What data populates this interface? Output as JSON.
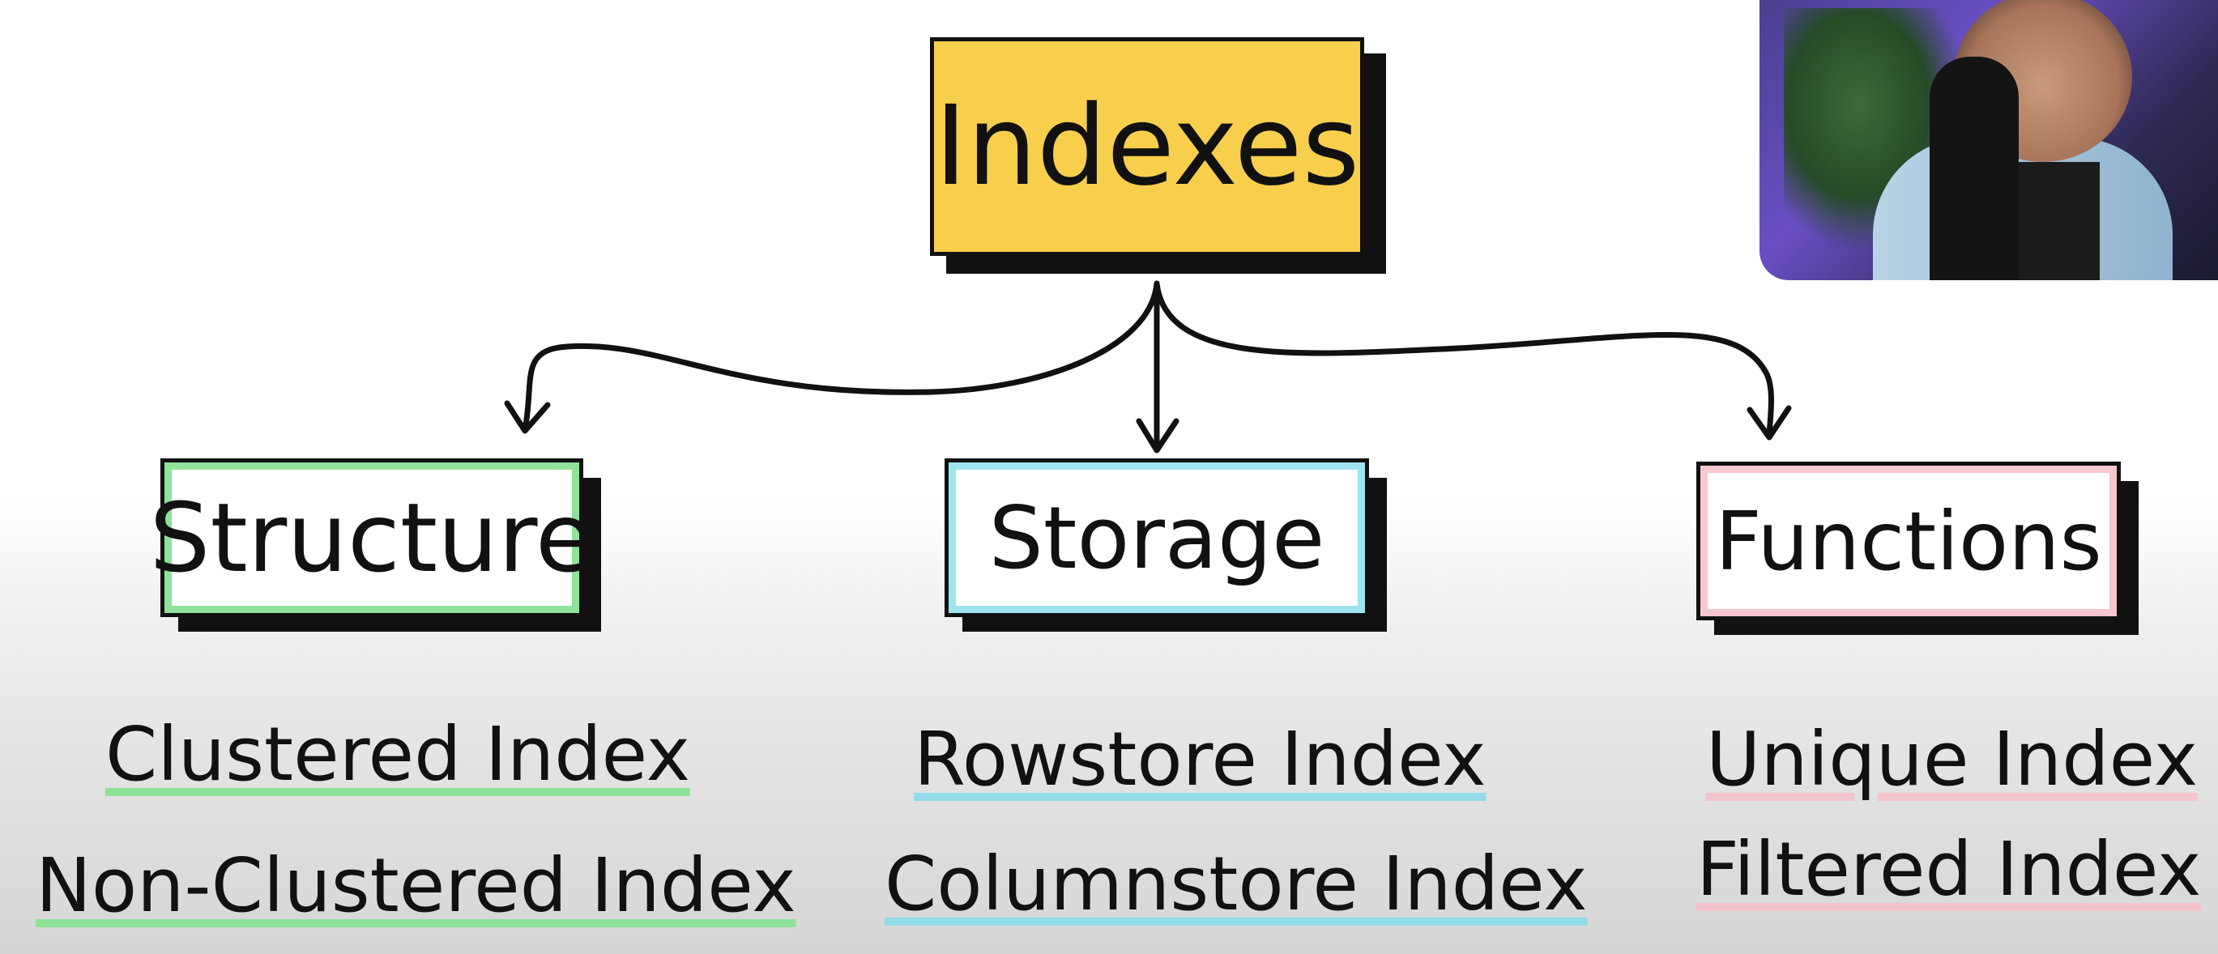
{
  "diagram": {
    "root": {
      "label": "Indexes",
      "color": "#f7cf4d"
    },
    "categories": [
      {
        "label": "Structure",
        "accent": "#8fe29a",
        "items": [
          "Clustered Index",
          "Non-Clustered Index"
        ]
      },
      {
        "label": "Storage",
        "accent": "#9ee4f0",
        "items": [
          "Rowstore Index",
          "Columnstore Index"
        ]
      },
      {
        "label": "Functions",
        "accent": "#f5c7cf",
        "items": [
          "Unique Index",
          "Filtered Index"
        ]
      }
    ]
  }
}
